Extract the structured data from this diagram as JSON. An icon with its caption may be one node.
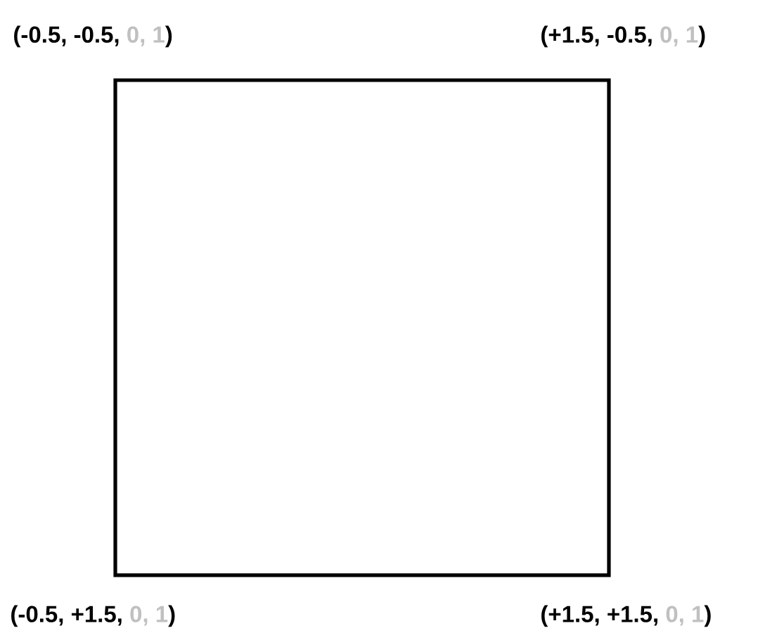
{
  "diagram": {
    "labels": [
      "(-0.5, -0.5,",
      "0, 1",
      ")",
      "(+1.5, -0.5,",
      "0, 1",
      ")",
      "(-0.5, +1.5,",
      "0, 1",
      ")",
      "(+1.5, +1.5,",
      "0, 1",
      ")"
    ]
  }
}
